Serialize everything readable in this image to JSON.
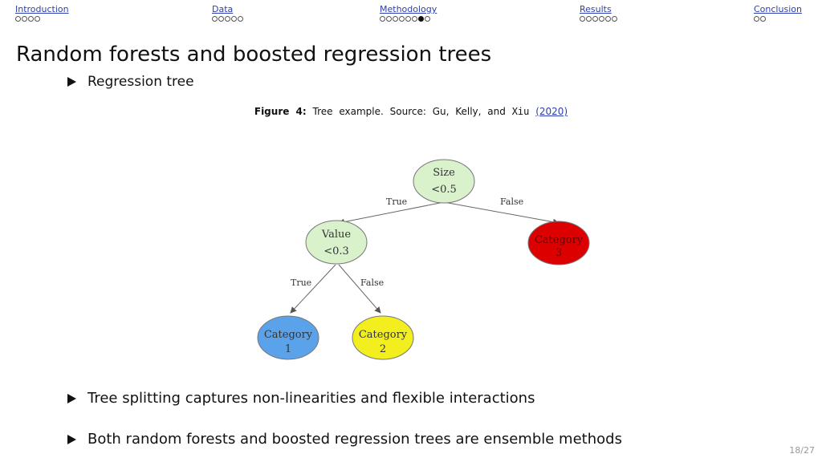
{
  "nav": {
    "sections": [
      {
        "label": "Introduction",
        "dots": 4,
        "active": -1
      },
      {
        "label": "Data",
        "dots": 5,
        "active": -1
      },
      {
        "label": "Methodology",
        "dots": 8,
        "active": 6
      },
      {
        "label": "Results",
        "dots": 6,
        "active": -1
      },
      {
        "label": "Conclusion",
        "dots": 2,
        "active": -1
      }
    ]
  },
  "title": "Random forests and boosted regression trees",
  "bullets": {
    "b1": "Regression tree",
    "b2": "Tree splitting captures non-linearities and flexible interactions",
    "b3": "Both random forests and boosted regression trees are ensemble methods"
  },
  "figure": {
    "label": "Figure 4:",
    "text": "Tree example. Source: Gu, Kelly, and",
    "author_last": "Xiu",
    "year_ref": "(2020)",
    "tree": {
      "root": {
        "line1": "Size",
        "line2": "<0.5",
        "color": "#d9f2cc"
      },
      "value_node": {
        "line1": "Value",
        "line2": "<0.3",
        "color": "#d9f2cc"
      },
      "cat3": {
        "line1": "Category",
        "line2": "3",
        "color": "#dd0000"
      },
      "cat1": {
        "line1": "Category",
        "line2": "1",
        "color": "#5aa2ea"
      },
      "cat2": {
        "line1": "Category",
        "line2": "2",
        "color": "#f3ef1f"
      },
      "edges": {
        "root_true": "True",
        "root_false": "False",
        "value_true": "True",
        "value_false": "False"
      }
    }
  },
  "page": "18/27"
}
